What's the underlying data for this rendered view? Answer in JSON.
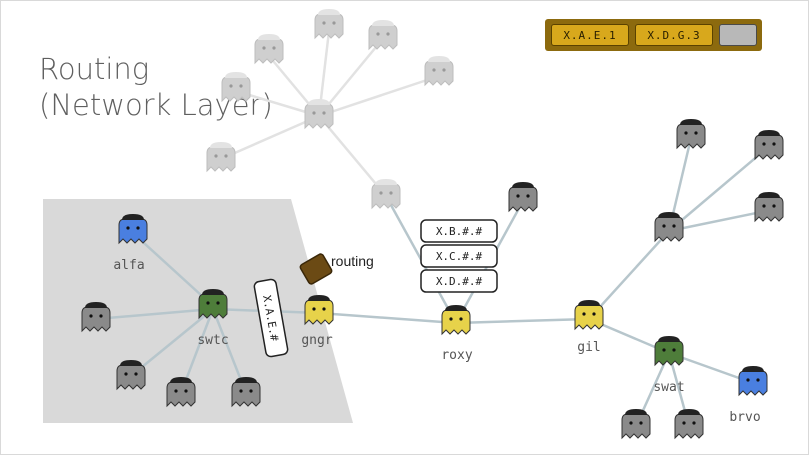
{
  "title": {
    "line1": "Routing",
    "line2": "(Network Layer)"
  },
  "address_bar": {
    "cells": [
      "X.A.E.1",
      "X.D.G.3",
      ""
    ]
  },
  "nodes": {
    "alfa": "alfa",
    "swtc": "swtc",
    "gngr": "gngr",
    "roxy": "roxy",
    "gil": "gil",
    "swat": "swat",
    "brvo": "brvo"
  },
  "routing_label": "routing",
  "tags": {
    "gngr_tag": "X.A.E.#",
    "roxy_tags": [
      "X.B.#.#",
      "X.C.#.#",
      "X.D.#.#"
    ]
  },
  "colors": {
    "blue": "#4a7fe0",
    "green": "#4e7d3a",
    "yellow": "#e7d24a",
    "gray": "#8a8a8a",
    "faded": "#cfcfcf",
    "line": "#b7c6cc"
  }
}
